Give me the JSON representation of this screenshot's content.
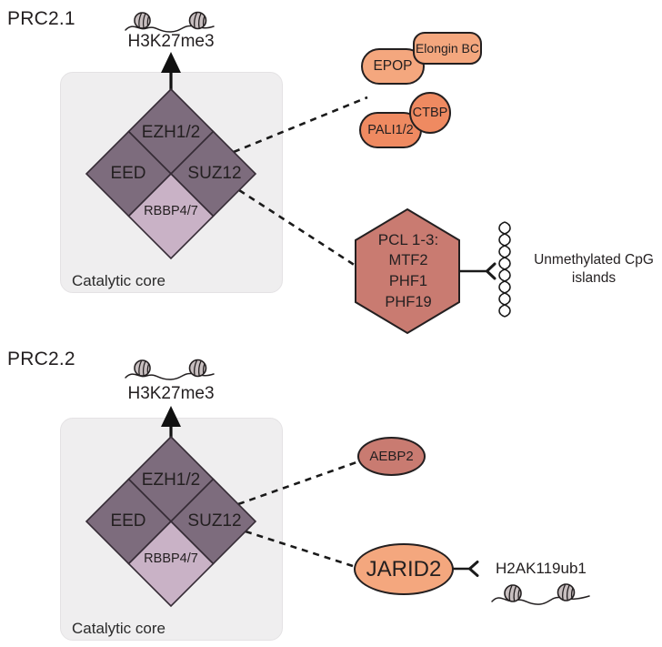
{
  "palette": {
    "subunit_dark": "#7d6c7d",
    "subunit_light": "#c9b2c6",
    "accessory_light_salmon": "#f4a77e",
    "accessory_dark_salmon": "#ef8a61",
    "accessory_rose": "#c97b71",
    "outline": "#231f20",
    "core_box_fill": "#efeeef"
  },
  "icons": {
    "nucleosome_pair": "nucleosome-pair-icon",
    "methylation_arrow": "up-arrow-icon",
    "dna_helix": "dna-helix-icon",
    "binding_fork": "binding-fork-icon"
  },
  "prc21": {
    "title": "PRC2.1",
    "histone_mark": "H3K27me3",
    "core_label": "Catalytic core",
    "subunits": {
      "top": "EZH1/2",
      "left": "EED",
      "right": "SUZ12",
      "bottom": "RBBP4/7"
    },
    "accessory": {
      "epop": "EPOP",
      "elongin_bc": "Elongin BC",
      "ctbp": "CTBP",
      "pali": "PALI1/2",
      "pcl_group": {
        "header": "PCL 1-3:",
        "members": [
          "MTF2",
          "PHF1",
          "PHF19"
        ]
      },
      "dna_target_line1": "Unmethylated CpG",
      "dna_target_line2": "islands"
    }
  },
  "prc22": {
    "title": "PRC2.2",
    "histone_mark": "H3K27me3",
    "core_label": "Catalytic core",
    "subunits": {
      "top": "EZH1/2",
      "left": "EED",
      "right": "SUZ12",
      "bottom": "RBBP4/7"
    },
    "accessory": {
      "aebp2": "AEBP2",
      "jarid2": "JARID2",
      "chromatin_target": "H2AK119ub1"
    }
  }
}
